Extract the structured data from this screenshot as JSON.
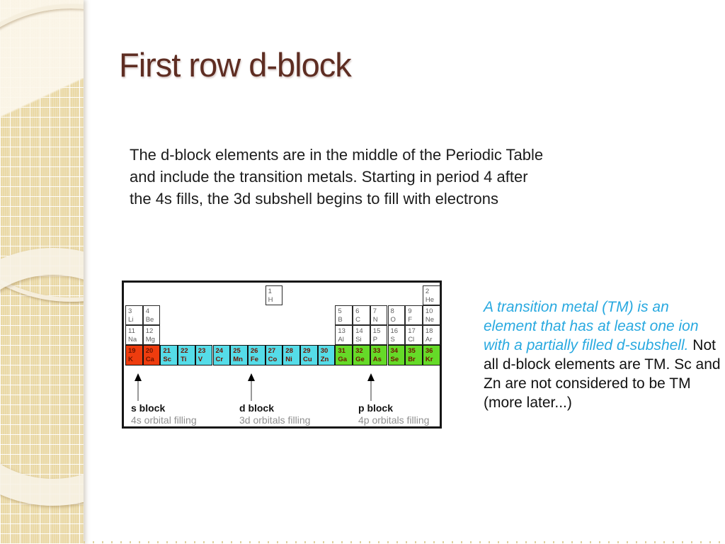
{
  "slide": {
    "title": "First row d-block",
    "body": "The d-block elements are in the middle of the Periodic Table and include the transition metals. Starting in period 4 after the 4s fills, the 3d subshell begins to fill with electrons"
  },
  "note": {
    "italic_part": "A transition metal (TM) is an element that has at least one ion with a partially filled d-subshell.",
    "regular_part": " Not all d-block elements are TM. Sc and Zn are not considered to be TM (more later...)"
  },
  "colors": {
    "title_text": "#5e2d22",
    "note_accent": "#29a9e0",
    "s_block_fill": "#ee3c0e",
    "d_block_fill": "#55dce8",
    "p_block_fill": "#65da28"
  },
  "periodic_table": {
    "cells": [
      {
        "num": "1",
        "sym": "H",
        "row": 1,
        "col": 9,
        "fill": "white"
      },
      {
        "num": "2",
        "sym": "He",
        "row": 1,
        "col": 18,
        "fill": "white"
      },
      {
        "num": "3",
        "sym": "Li",
        "row": 2,
        "col": 1,
        "fill": "white"
      },
      {
        "num": "4",
        "sym": "Be",
        "row": 2,
        "col": 2,
        "fill": "white"
      },
      {
        "num": "5",
        "sym": "B",
        "row": 2,
        "col": 13,
        "fill": "white"
      },
      {
        "num": "6",
        "sym": "C",
        "row": 2,
        "col": 14,
        "fill": "white"
      },
      {
        "num": "7",
        "sym": "N",
        "row": 2,
        "col": 15,
        "fill": "white"
      },
      {
        "num": "8",
        "sym": "O",
        "row": 2,
        "col": 16,
        "fill": "white"
      },
      {
        "num": "9",
        "sym": "F",
        "row": 2,
        "col": 17,
        "fill": "white"
      },
      {
        "num": "10",
        "sym": "Ne",
        "row": 2,
        "col": 18,
        "fill": "white"
      },
      {
        "num": "11",
        "sym": "Na",
        "row": 3,
        "col": 1,
        "fill": "white"
      },
      {
        "num": "12",
        "sym": "Mg",
        "row": 3,
        "col": 2,
        "fill": "white"
      },
      {
        "num": "13",
        "sym": "Al",
        "row": 3,
        "col": 13,
        "fill": "white"
      },
      {
        "num": "14",
        "sym": "Si",
        "row": 3,
        "col": 14,
        "fill": "white"
      },
      {
        "num": "15",
        "sym": "P",
        "row": 3,
        "col": 15,
        "fill": "white"
      },
      {
        "num": "16",
        "sym": "S",
        "row": 3,
        "col": 16,
        "fill": "white"
      },
      {
        "num": "17",
        "sym": "Cl",
        "row": 3,
        "col": 17,
        "fill": "white"
      },
      {
        "num": "18",
        "sym": "Ar",
        "row": 3,
        "col": 18,
        "fill": "white"
      },
      {
        "num": "19",
        "sym": "K",
        "row": 4,
        "col": 1,
        "fill": "s"
      },
      {
        "num": "20",
        "sym": "Ca",
        "row": 4,
        "col": 2,
        "fill": "s"
      },
      {
        "num": "21",
        "sym": "Sc",
        "row": 4,
        "col": 3,
        "fill": "d"
      },
      {
        "num": "22",
        "sym": "Ti",
        "row": 4,
        "col": 4,
        "fill": "d"
      },
      {
        "num": "23",
        "sym": "V",
        "row": 4,
        "col": 5,
        "fill": "d"
      },
      {
        "num": "24",
        "sym": "Cr",
        "row": 4,
        "col": 6,
        "fill": "d"
      },
      {
        "num": "25",
        "sym": "Mn",
        "row": 4,
        "col": 7,
        "fill": "d"
      },
      {
        "num": "26",
        "sym": "Fe",
        "row": 4,
        "col": 8,
        "fill": "d"
      },
      {
        "num": "27",
        "sym": "Co",
        "row": 4,
        "col": 9,
        "fill": "d"
      },
      {
        "num": "28",
        "sym": "Ni",
        "row": 4,
        "col": 10,
        "fill": "d"
      },
      {
        "num": "29",
        "sym": "Cu",
        "row": 4,
        "col": 11,
        "fill": "d"
      },
      {
        "num": "30",
        "sym": "Zn",
        "row": 4,
        "col": 12,
        "fill": "d"
      },
      {
        "num": "31",
        "sym": "Ga",
        "row": 4,
        "col": 13,
        "fill": "p"
      },
      {
        "num": "32",
        "sym": "Ge",
        "row": 4,
        "col": 14,
        "fill": "p"
      },
      {
        "num": "33",
        "sym": "As",
        "row": 4,
        "col": 15,
        "fill": "p"
      },
      {
        "num": "34",
        "sym": "Se",
        "row": 4,
        "col": 16,
        "fill": "p"
      },
      {
        "num": "35",
        "sym": "Br",
        "row": 4,
        "col": 17,
        "fill": "p"
      },
      {
        "num": "36",
        "sym": "Kr",
        "row": 4,
        "col": 18,
        "fill": "p"
      }
    ],
    "block_labels": [
      {
        "label": "s block",
        "sub": "4s orbital filling",
        "arrow_icon": "up-arrow"
      },
      {
        "label": "d block",
        "sub": "3d orbitals filling",
        "arrow_icon": "up-arrow"
      },
      {
        "label": "p block",
        "sub": "4p orbitals filling",
        "arrow_icon": "up-arrow"
      }
    ]
  }
}
